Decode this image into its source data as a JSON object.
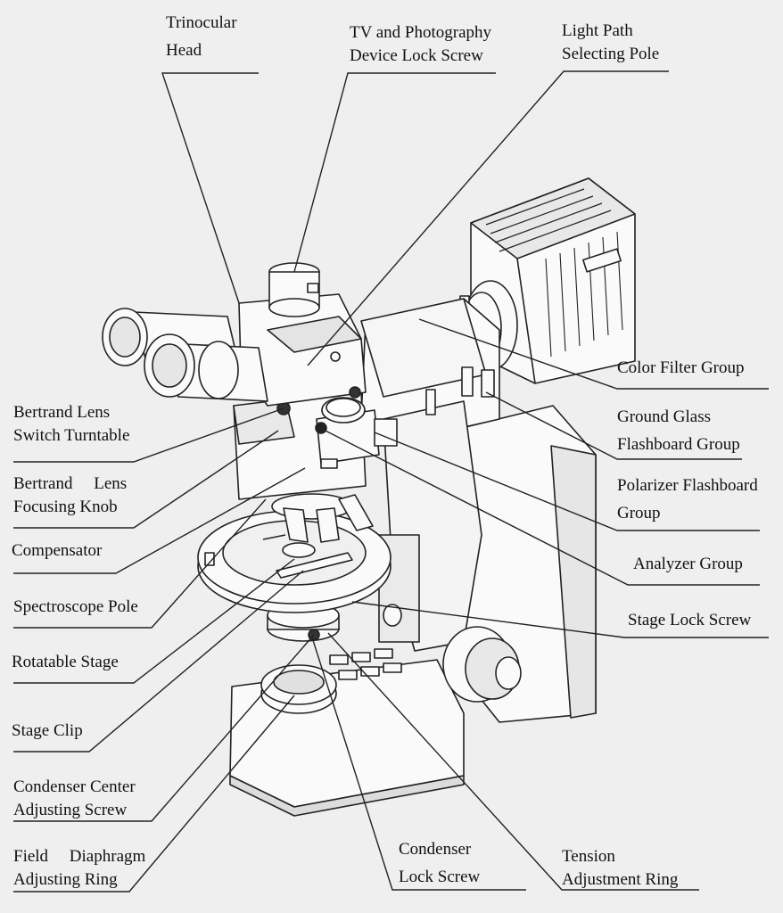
{
  "labels": {
    "trinocular_head": [
      "Trinocular",
      "Head"
    ],
    "tv_lock_screw": [
      "TV  and  Photography",
      "Device Lock Screw"
    ],
    "light_path_pole": [
      "Light Path",
      "Selecting Pole"
    ],
    "color_filter": [
      "Color Filter Group"
    ],
    "ground_glass": [
      "Ground Glass",
      "Flashboard Group"
    ],
    "polarizer": [
      "Polarizer Flashboard",
      "Group"
    ],
    "analyzer": [
      "Analyzer Group"
    ],
    "stage_lock_screw": [
      "Stage Lock Screw"
    ],
    "bertrand_turntable": [
      "Bertrand Lens",
      "Switch Turntable"
    ],
    "bertrand_focusing": [
      "Bertrand     Lens",
      "Focusing Knob"
    ],
    "compensator": [
      "Compensator"
    ],
    "spectroscope_pole": [
      "Spectroscope Pole"
    ],
    "rotatable_stage": [
      "Rotatable Stage"
    ],
    "stage_clip": [
      "Stage Clip"
    ],
    "condenser_center": [
      "Condenser Center",
      "Adjusting Screw"
    ],
    "field_diaphragm": [
      "Field     Diaphragm",
      "Adjusting Ring"
    ],
    "condenser_lock": [
      "Condenser",
      "Lock Screw"
    ],
    "tension_ring": [
      "Tension",
      "Adjustment Ring"
    ]
  }
}
